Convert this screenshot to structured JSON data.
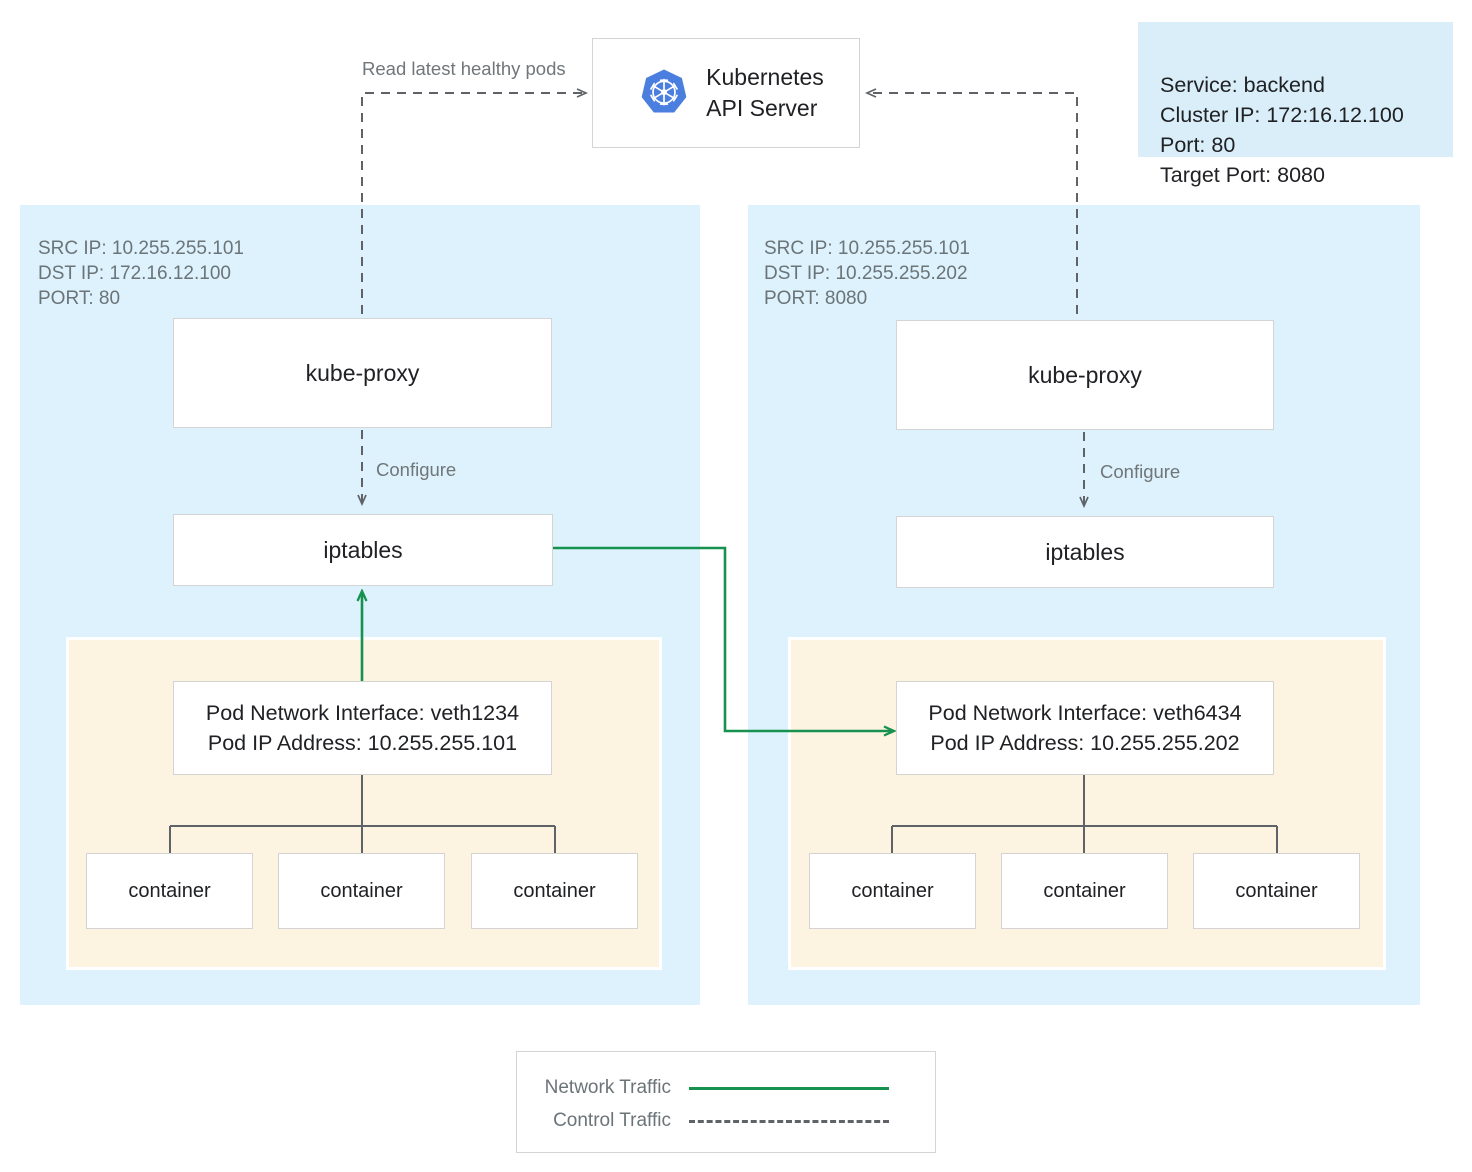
{
  "diagram": {
    "title": "Kubernetes kube-proxy iptables service routing",
    "colors": {
      "node_bg": "#ddf2fc",
      "pod_bg": "#fcf4e0",
      "network_traffic": "#16914f",
      "control_traffic": "#5f6368",
      "service_info_bg": "#d9eef8",
      "k8s_blue": "#4a7fe0"
    }
  },
  "api_server": {
    "icon": "kubernetes-logo-icon",
    "label": "Kubernetes\nAPI Server"
  },
  "service_info": {
    "text": "Service: backend\nCluster IP: 172:16.12.100\nPort: 80\nTarget Port: 8080",
    "lines": [
      "Service: backend",
      "Cluster IP: 172:16.12.100",
      "Port: 80",
      "Target Port: 8080"
    ]
  },
  "edges": {
    "read_pods_label": "Read latest healthy pods",
    "configure_label_left": "Configure",
    "configure_label_right": "Configure"
  },
  "nodes": [
    {
      "id": "node-left",
      "annotation": "SRC IP: 10.255.255.101\nDST IP: 172.16.12.100\nPORT: 80",
      "annotation_lines": [
        "SRC IP: 10.255.255.101",
        "DST IP: 172.16.12.100",
        "PORT: 80"
      ],
      "kube_proxy_label": "kube-proxy",
      "iptables_label": "iptables",
      "pod": {
        "interface_text": "Pod Network Interface: veth1234\nPod IP Address: 10.255.255.101",
        "interface_name": "veth1234",
        "pod_ip": "10.255.255.101",
        "containers": [
          "container",
          "container",
          "container"
        ]
      }
    },
    {
      "id": "node-right",
      "annotation": "SRC IP: 10.255.255.101\nDST IP: 10.255.255.202\nPORT: 8080",
      "annotation_lines": [
        "SRC IP: 10.255.255.101",
        "DST IP: 10.255.255.202",
        "PORT: 8080"
      ],
      "kube_proxy_label": "kube-proxy",
      "iptables_label": "iptables",
      "pod": {
        "interface_text": "Pod Network Interface: veth6434\nPod IP Address: 10.255.255.202",
        "interface_name": "veth6434",
        "pod_ip": "10.255.255.202",
        "containers": [
          "container",
          "container",
          "container"
        ]
      }
    }
  ],
  "legend": {
    "rows": [
      {
        "label": "Network Traffic",
        "style": "solid",
        "color": "#16914f"
      },
      {
        "label": "Control Traffic",
        "style": "dashed",
        "color": "#5f6368"
      }
    ]
  }
}
